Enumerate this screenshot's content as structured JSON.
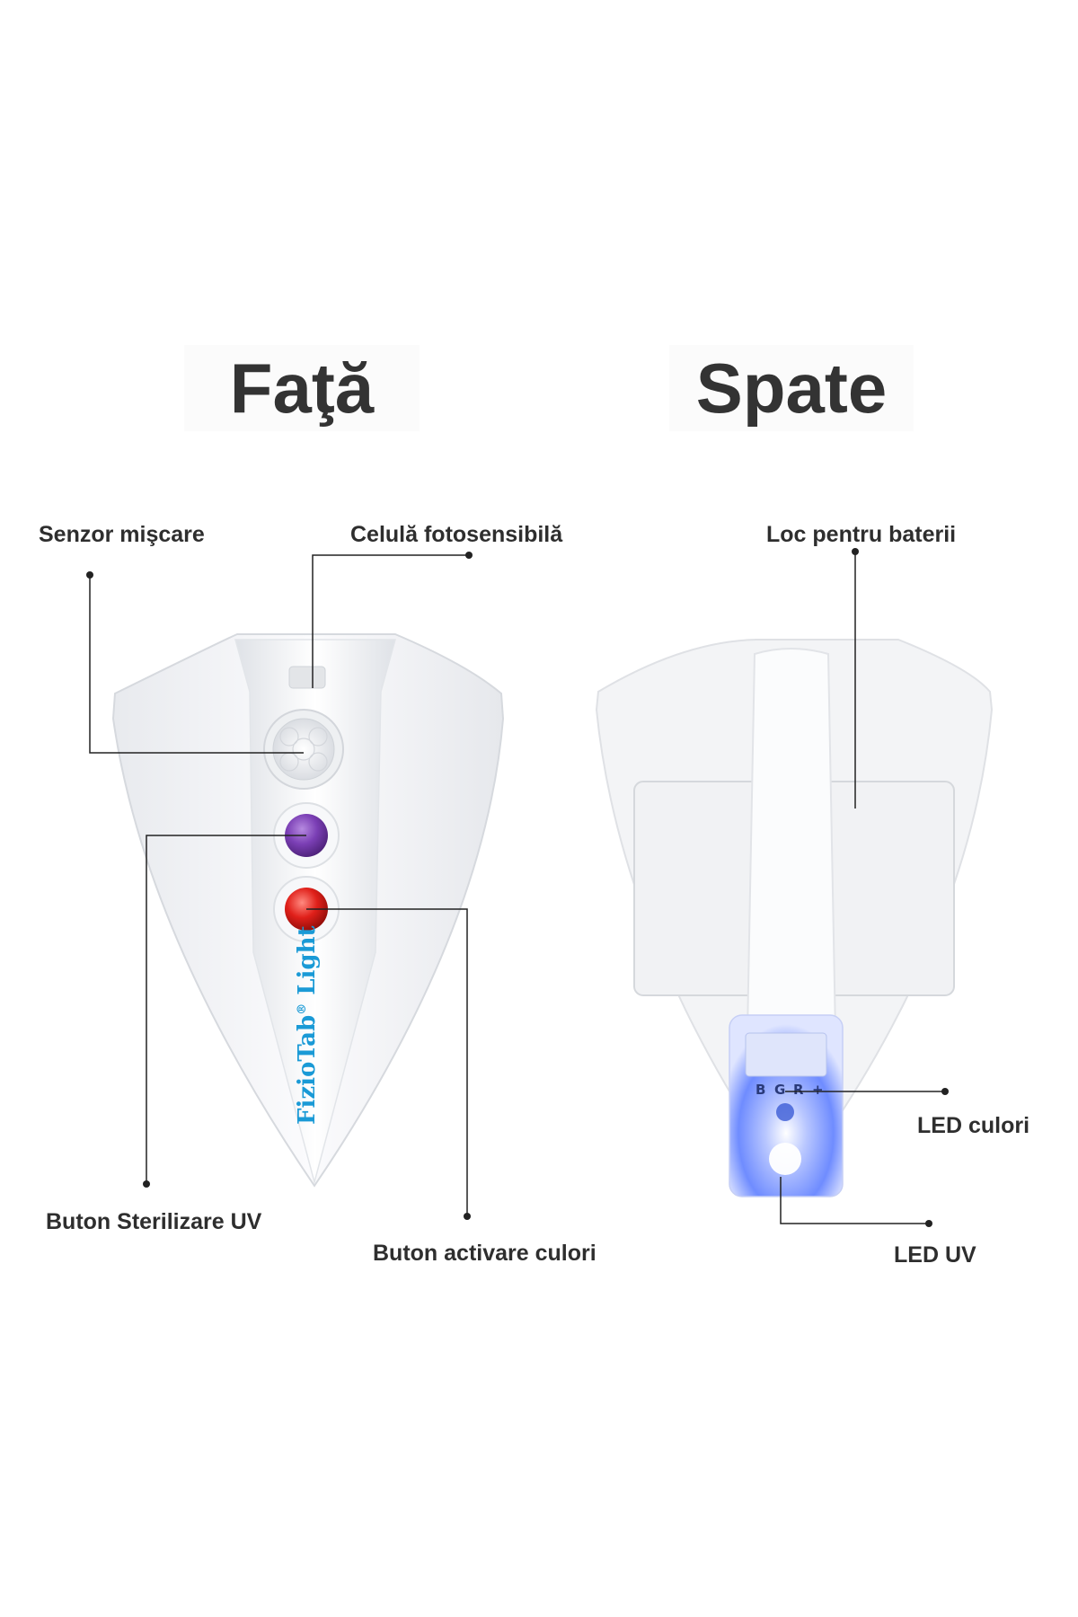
{
  "headings": {
    "front": "Faţă",
    "back": "Spate"
  },
  "labels": {
    "motion_sensor": "Senzor mişcare",
    "photo_cell": "Celulă fotosensibilă",
    "uv_button": "Buton Sterilizare UV",
    "color_button": "Buton activare culori",
    "battery_slot": "Loc pentru baterii",
    "color_led": "LED culori",
    "uv_led": "LED UV"
  },
  "brand": {
    "name": "FizioTab",
    "registered_mark": "®",
    "suffix": " Light",
    "color": "#1a9ad6"
  },
  "pcb_marks": [
    "B",
    "G",
    "R",
    "+"
  ],
  "colors": {
    "heading": "#333333",
    "label": "#2e2e2e",
    "leader_line": "#222222",
    "shell": "#f4f5f7",
    "uv_button": "#7b3fb5",
    "color_button": "#e0201a",
    "led_glow": "#6f8cff"
  }
}
